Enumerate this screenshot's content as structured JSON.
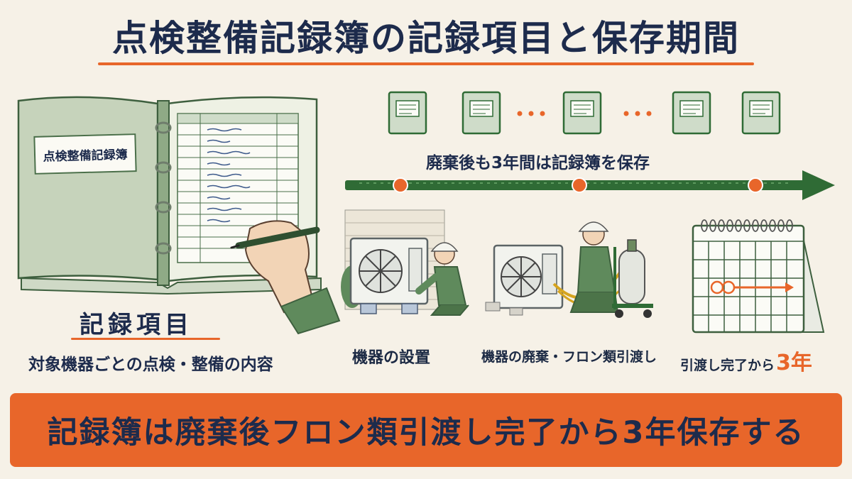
{
  "title": "点検整備記録簿の記録項目と保存期間",
  "binder": {
    "cover_label": "点検整備記録簿"
  },
  "record_items": {
    "heading": "記録項目",
    "description": "対象機器ごとの点検・整備の内容"
  },
  "retention": {
    "text": "廃棄後も3年間は記録簿を保存"
  },
  "timeline": {
    "steps": [
      {
        "label": "機器の設置"
      },
      {
        "label": "機器の廃棄・フロン類引渡し"
      },
      {
        "label": "引渡し完了から",
        "accent": "3年"
      }
    ]
  },
  "banner": {
    "text": "記録簿は廃棄後フロン類引渡し完了から3年保存する"
  },
  "colors": {
    "accent": "#e8662a",
    "green": "#2f6b35",
    "navy": "#1d2b4c",
    "background": "#f6f1e7"
  }
}
